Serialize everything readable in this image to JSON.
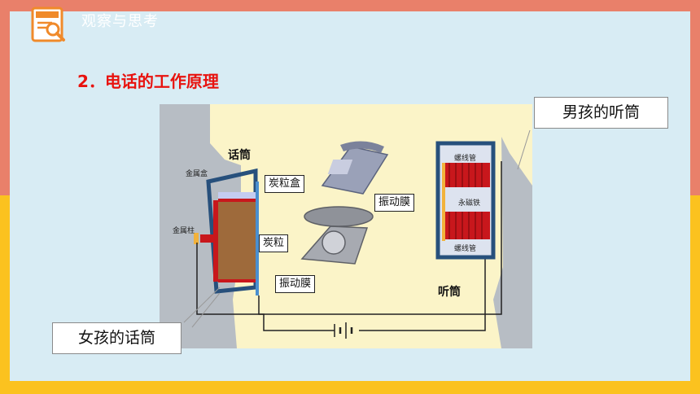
{
  "header": {
    "title": "观察与思考",
    "logo_icon": "magnifier-notebook-icon"
  },
  "section_title": "2．电话的工作原理",
  "callouts": {
    "boy": "男孩的听筒",
    "girl": "女孩的话筒"
  },
  "diagram": {
    "mic_title": "话筒",
    "receiver_title": "听筒",
    "metal_box": "金属盒",
    "metal_post": "金属柱",
    "carbon_box": "炭粒盒",
    "carbon_grains": "炭粒",
    "diaphragm_mic": "振动膜",
    "diaphragm_receiver": "振动膜",
    "coil_top": "螺线管",
    "coil_bottom": "螺线管",
    "magnet": "永磁铁"
  },
  "colors": {
    "accent_red": "#e8130f",
    "frame_top": "#e9806a",
    "frame_bottom": "#fbc21f",
    "panel": "#d8ecf4"
  }
}
